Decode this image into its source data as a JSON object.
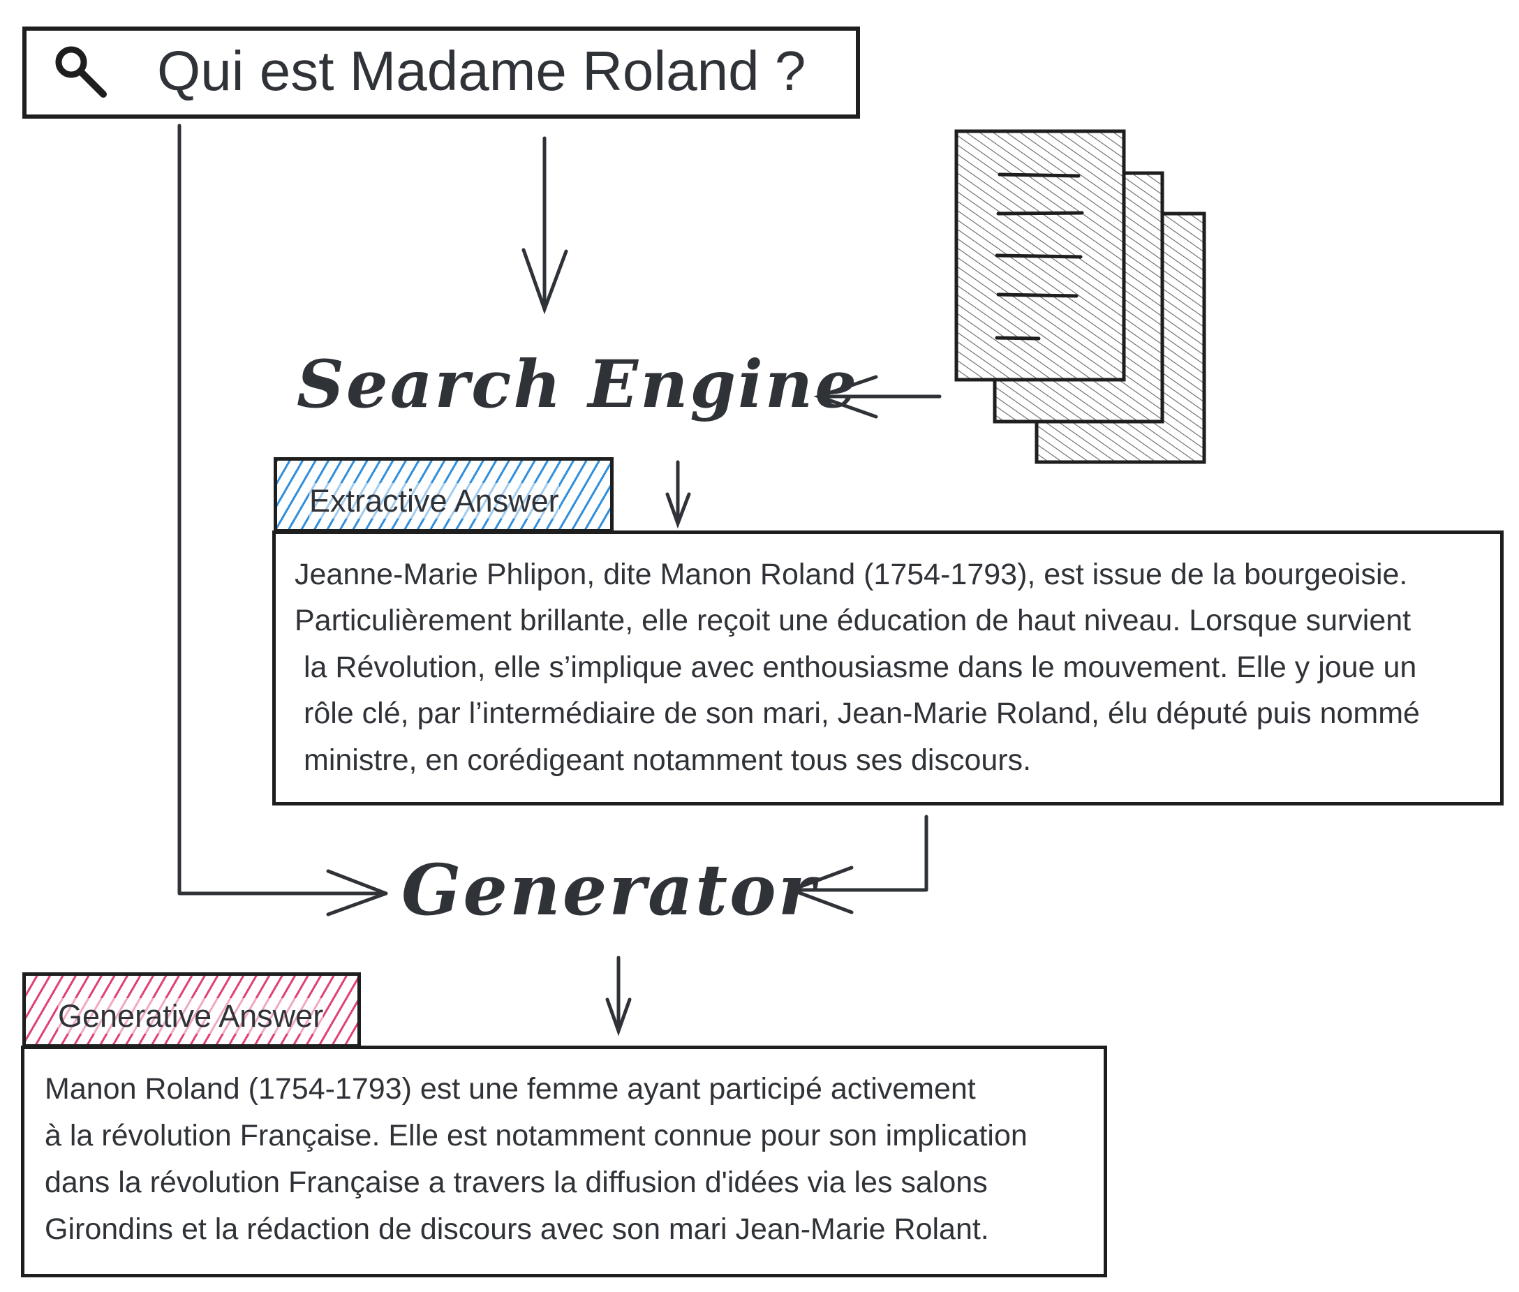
{
  "search": {
    "query": "Qui est Madame Roland ?",
    "icon": "magnifier-icon"
  },
  "nodes": {
    "search_engine": "Search Engine",
    "generator": "Generator"
  },
  "extractive": {
    "tab_label": "Extractive Answer",
    "tab_color": "#2f8fdc",
    "lines": [
      "Jeanne-Marie Phlipon, dite Manon Roland (1754-1793), est issue de la bourgeoisie.",
      "Particulièrement brillante, elle reçoit une éducation de haut niveau. Lorsque survient",
      "la Révolution, elle s’implique avec enthousiasme dans le mouvement. Elle y joue un",
      "rôle clé, par l’intermédiaire de son mari, Jean-Marie Roland, élu député puis nommé",
      "ministre, en corédigeant notamment tous ses discours."
    ]
  },
  "generative": {
    "tab_label": "Generative Answer",
    "tab_color": "#e0407a",
    "lines": [
      "Manon Roland (1754-1793) est une femme ayant participé activement",
      "à la révolution Française. Elle est notamment connue pour son implication",
      "dans la révolution Française a travers la diffusion d'idées via les salons",
      "Girondins et la rédaction de discours avec son mari Jean-Marie Rolant."
    ]
  },
  "colors": {
    "stroke": "#1e1e1e",
    "text": "#2f3237",
    "hatch": "#666666"
  },
  "documents_icon": "document-stack-icon"
}
